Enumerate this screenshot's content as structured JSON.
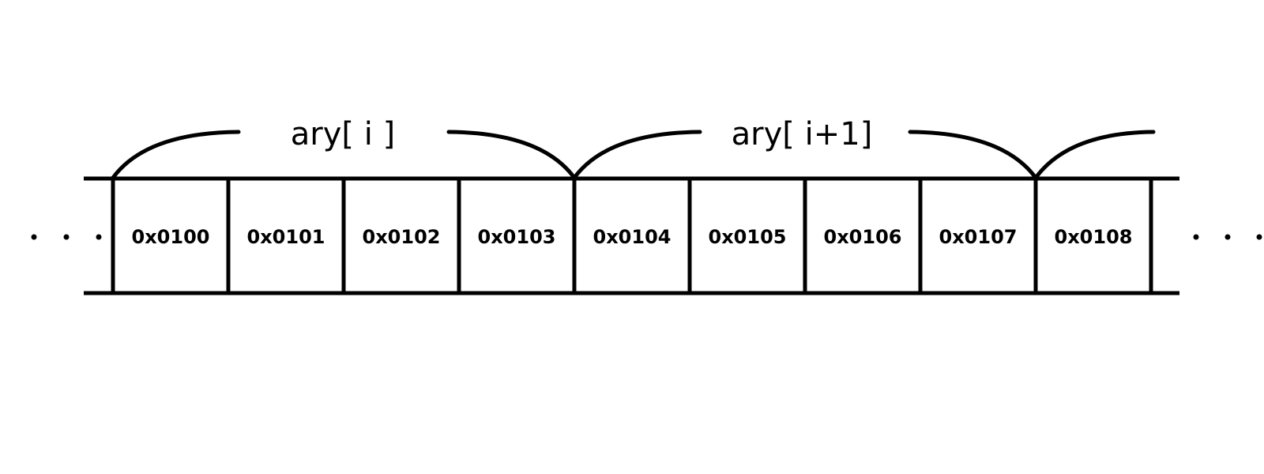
{
  "colors": {
    "ink": "#000000",
    "background": "#ffffff"
  },
  "diagram": {
    "type": "memory-array-layout",
    "regions": [
      {
        "label": "ary[ i ]"
      },
      {
        "label": "ary[ i+1]"
      }
    ],
    "cells": [
      {
        "address": "0x0100"
      },
      {
        "address": "0x0101"
      },
      {
        "address": "0x0102"
      },
      {
        "address": "0x0103"
      },
      {
        "address": "0x0104"
      },
      {
        "address": "0x0105"
      },
      {
        "address": "0x0106"
      },
      {
        "address": "0x0107"
      },
      {
        "address": "0x0108"
      }
    ],
    "continuation": {
      "left_dots": 3,
      "right_dots": 3
    }
  }
}
